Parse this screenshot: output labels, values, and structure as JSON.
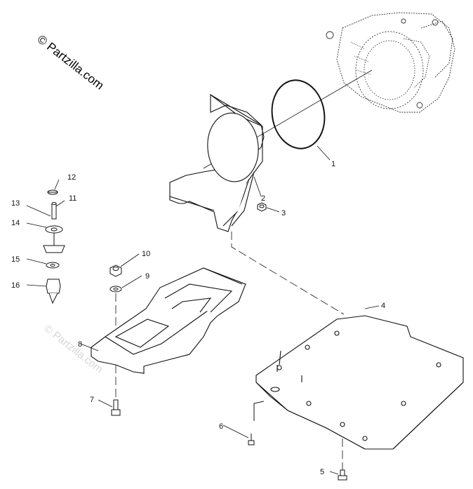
{
  "watermark": {
    "main": "© Partzilla.com",
    "faint": "© Partzilla.com"
  },
  "callouts": [
    "1",
    "2",
    "3",
    "4",
    "5",
    "6",
    "7",
    "8",
    "9",
    "10",
    "11",
    "12",
    "13",
    "14",
    "15",
    "16"
  ]
}
